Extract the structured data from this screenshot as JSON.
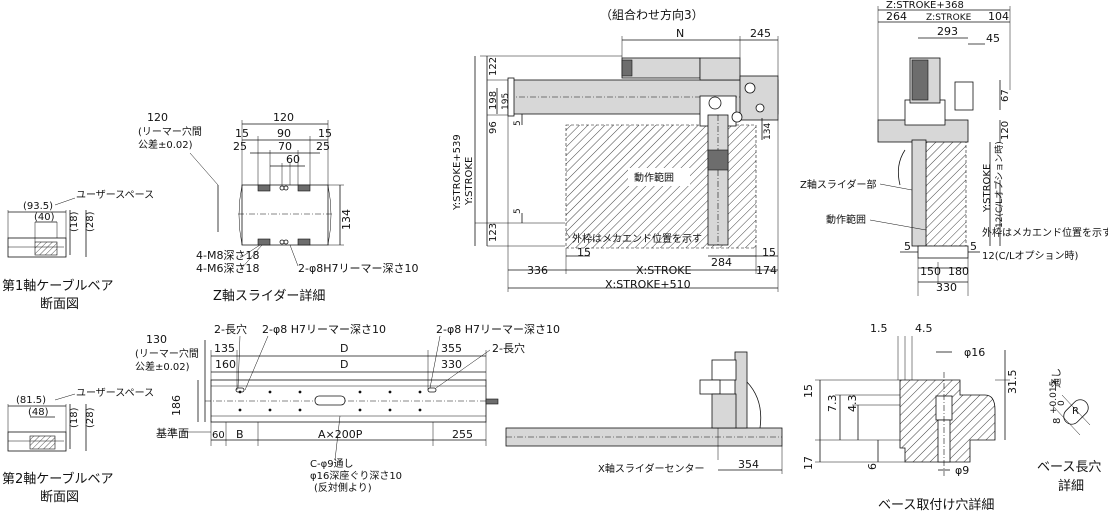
{
  "labels": {
    "cable1_title": "第1軸ケーブルベア",
    "cable1_sub": "断面図",
    "cable2_title": "第2軸ケーブルベア",
    "cable2_sub": "断面図",
    "user_space": "ユーザースペース",
    "user_space2": "ユーザースペース",
    "c1_935": "(93.5)",
    "c1_40": "(40)",
    "c1_18": "(18)",
    "c1_28": "(28)",
    "c2_815": "(81.5)",
    "c2_48": "(48)",
    "c2_18": "(18)",
    "c2_28": "(28)",
    "z_title": "Z軸スライダー詳細",
    "z_120a": "120",
    "z_ream1": "(リーマー穴間",
    "z_ream2": "公差±0.02)",
    "z_120": "120",
    "z_15a": "15",
    "z_90": "90",
    "z_15b": "15",
    "z_25a": "25",
    "z_70": "70",
    "z_25b": "25",
    "z_60": "60",
    "z_134": "134",
    "z_m8": "4-M8深さ18",
    "z_m6": "4-M6深さ18",
    "z_phi8": "2-φ8H7リーマー深さ10",
    "m_combo": "（組合わせ方向3）",
    "m_N": "N",
    "m_245": "245",
    "m_122": "122",
    "m_198": "198",
    "m_195": "195",
    "m_96": "96",
    "m_5a": "5",
    "m_ystroke539": "Y:STROKE+539",
    "m_ystroke": "Y:STROKE",
    "m_5b": "5",
    "m_123": "123",
    "m_134": "134",
    "m_range": "動作範囲",
    "m_outer": "外枠はメカエンド位置を示す",
    "m_15a": "15",
    "m_15b": "15",
    "m_284": "284",
    "m_336": "336",
    "m_xstroke": "X:STROKE",
    "m_174": "174",
    "m_xstroke510": "X:STROKE+510",
    "r_zstroke368": "Z:STROKE+368",
    "r_264": "264",
    "r_zstroke": "Z:STROKE",
    "r_104": "104",
    "r_293": "293",
    "r_45": "45",
    "r_67": "67",
    "r_120": "120",
    "r_ystroke": "Y:STROKE",
    "r_cl": "12(C/Lオプション時)",
    "r_zslider": "Z軸スライダー部",
    "r_range": "動作範囲",
    "r_outer": "外枠はメカエンド位置を示す",
    "r_5a": "5",
    "r_5b": "5",
    "r_cl2": "12(C/Lオプション時)",
    "r_150": "150",
    "r_180": "180",
    "r_330": "330",
    "b_130": "130",
    "b_ream1": "(リーマー穴間",
    "b_ream2": "公差±0.02)",
    "b_slot": "2-長穴",
    "b_phi8a": "2-φ8 H7リーマー深さ10",
    "b_phi8b": "2-φ8 H7リーマー深さ10",
    "b_slot2": "2-長穴",
    "b_135": "135",
    "b_160": "160",
    "b_D1": "D",
    "b_D2": "D",
    "b_355": "355",
    "b_330": "330",
    "b_186": "186",
    "b_base": "基準面",
    "b_60": "60",
    "b_B": "B",
    "b_A200P": "A×200P",
    "b_255": "255",
    "b_c1": "C-φ9通し",
    "b_c2": "φ16深座ぐり深さ10",
    "b_c3": "(反対側より)",
    "x_center": "X軸スライダーセンター",
    "x_354": "354",
    "h_15": "1.5",
    "h_45": "4.5",
    "h_phi16": "φ16",
    "h_315": "31.5",
    "h_15b": "15",
    "h_73": "7.3",
    "h_43": "4.3",
    "h_17": "17",
    "h_6": "6",
    "h_phi9": "φ9",
    "h_title": "ベース取付け穴詳細",
    "s_8": "8",
    "s_tol": "+0.015",
    "s_tol2": "0",
    "s_thru": "通し",
    "s_R": "R",
    "s_title1": "ベース長穴",
    "s_title2": "詳細"
  }
}
